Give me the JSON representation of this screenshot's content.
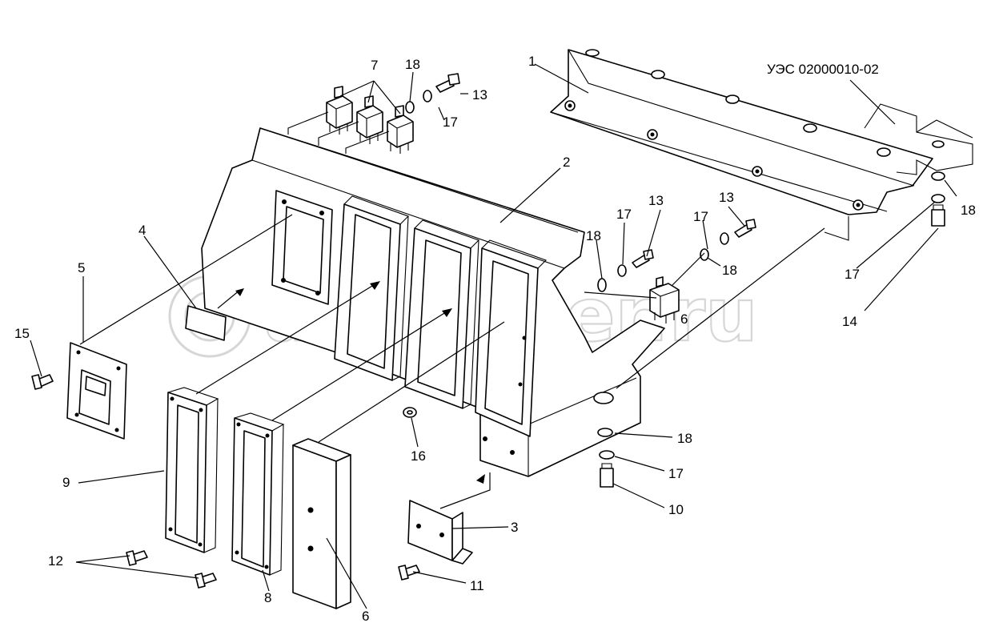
{
  "document_code": "УЭС 02000010-02",
  "watermark": "autopiter.ru",
  "callouts": {
    "c1": "1",
    "c2": "2",
    "c3": "3",
    "c4": "4",
    "c5": "5",
    "c6a": "6",
    "c6b": "6",
    "c7": "7",
    "c8": "8",
    "c9": "9",
    "c10": "10",
    "c11": "11",
    "c12": "12",
    "c13a": "13",
    "c13b": "13",
    "c13c": "13",
    "c14": "14",
    "c15": "15",
    "c16": "16",
    "c17a": "17",
    "c17b": "17",
    "c17c": "17",
    "c17d": "17",
    "c17e": "17",
    "c18a": "18",
    "c18b": "18",
    "c18c": "18",
    "c18d": "18",
    "c18e": "18"
  }
}
